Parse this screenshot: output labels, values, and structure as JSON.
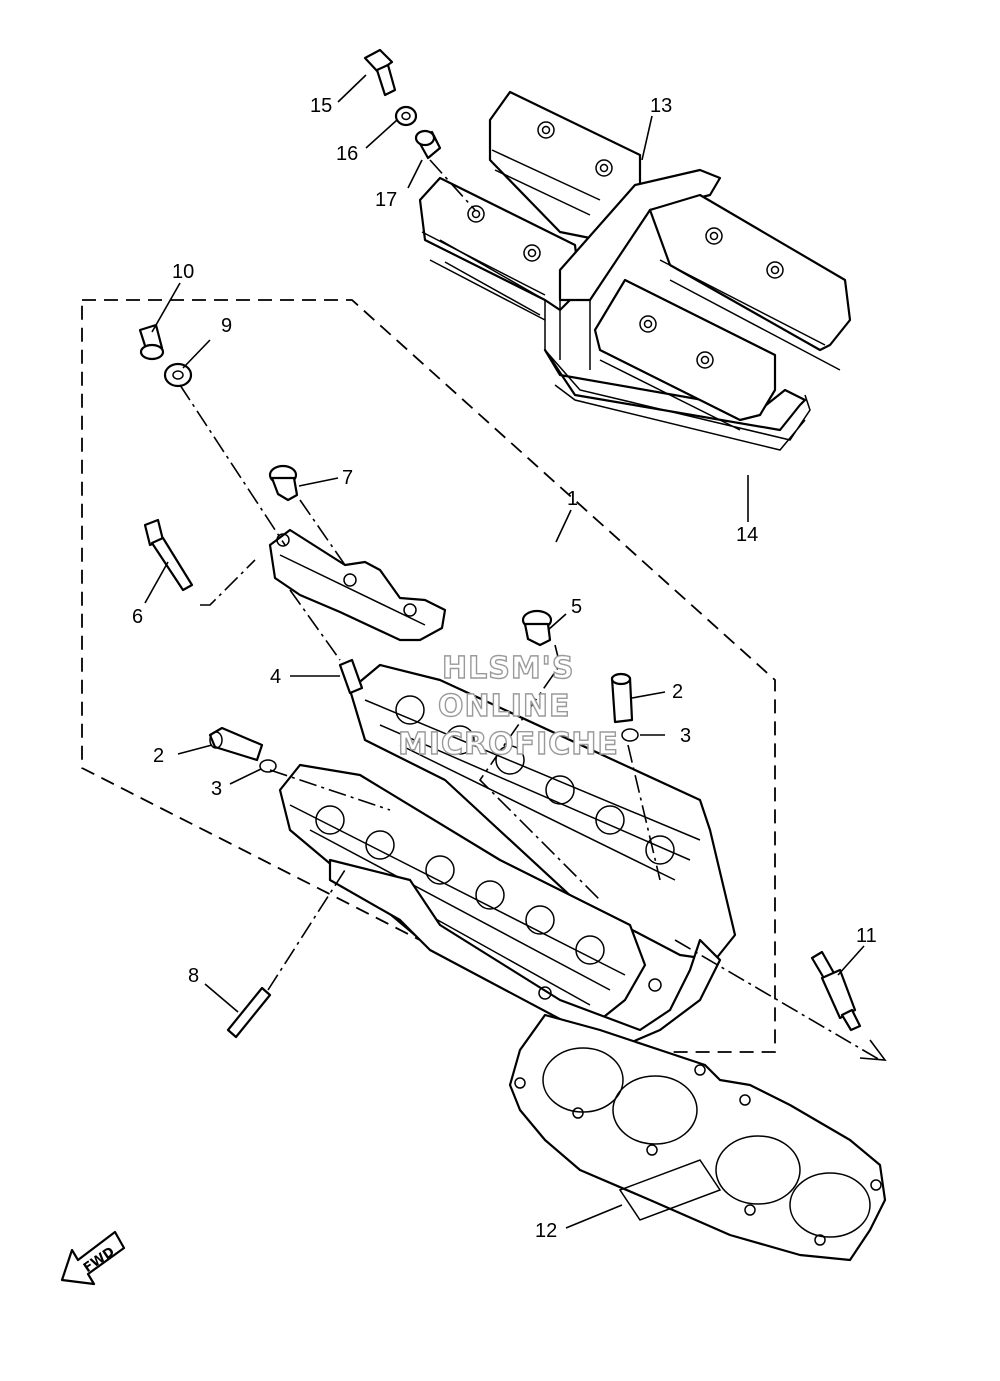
{
  "watermark": {
    "line1": "HLSM'S",
    "line2": "ONLINE",
    "line3": "MICROFICHE"
  },
  "direction_arrow": {
    "text": "FWD",
    "icon": "forward-arrow-icon"
  },
  "callouts": {
    "c1": "1",
    "c2a": "2",
    "c2b": "2",
    "c3a": "3",
    "c3b": "3",
    "c4": "4",
    "c5": "5",
    "c6": "6",
    "c7": "7",
    "c8": "8",
    "c9": "9",
    "c10": "10",
    "c11": "11",
    "c12": "12",
    "c13": "13",
    "c14": "14",
    "c15": "15",
    "c16": "16",
    "c17": "17"
  }
}
